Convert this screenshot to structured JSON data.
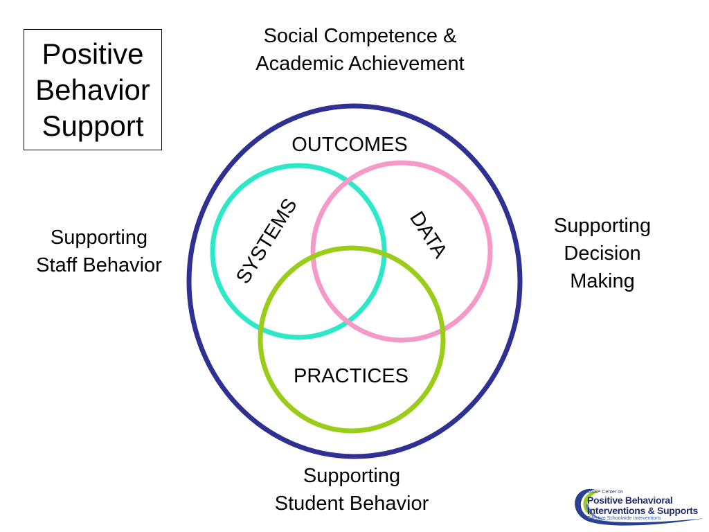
{
  "title": {
    "lines": [
      "Positive",
      "Behavior",
      "Support"
    ]
  },
  "top_label": {
    "lines": [
      "Social Competence &",
      "Academic Achievement"
    ]
  },
  "left_label": {
    "lines": [
      "Supporting",
      "Staff Behavior"
    ]
  },
  "right_label": {
    "lines": [
      "Supporting",
      "Decision",
      "Making"
    ]
  },
  "bottom_label": {
    "lines": [
      "Supporting",
      "Student Behavior"
    ]
  },
  "diagram": {
    "outer_label": "OUTCOMES",
    "systems_label": "SYSTEMS",
    "data_label": "DATA",
    "practices_label": "PRACTICES",
    "colors": {
      "outcomes": "#2e3192",
      "systems": "#2de8c8",
      "data": "#f49ac8",
      "practices": "#9acd1a"
    }
  },
  "logo": {
    "line1": "OSEP Center on",
    "line2": "Positive Behavioral",
    "line3": "Interventions & Supports",
    "line4": "Effective Schoolwide Interventions"
  }
}
